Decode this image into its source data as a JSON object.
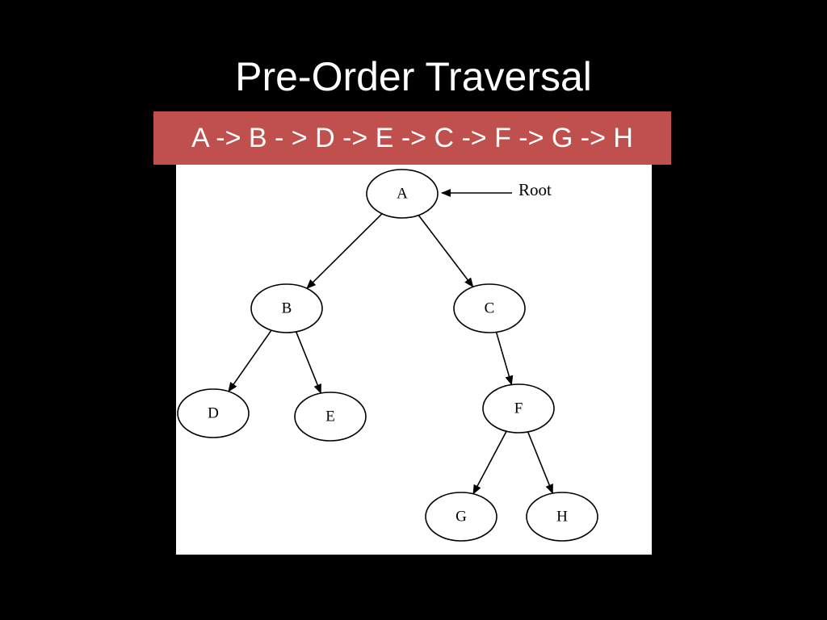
{
  "slide": {
    "title": "Pre-Order Traversal",
    "traversal_sequence": "A -> B - > D -> E -> C -> F -> G -> H"
  },
  "diagram": {
    "root_callout": "Root",
    "nodes": [
      {
        "id": "A",
        "label": "A"
      },
      {
        "id": "B",
        "label": "B"
      },
      {
        "id": "C",
        "label": "C"
      },
      {
        "id": "D",
        "label": "D"
      },
      {
        "id": "E",
        "label": "E"
      },
      {
        "id": "F",
        "label": "F"
      },
      {
        "id": "G",
        "label": "G"
      },
      {
        "id": "H",
        "label": "H"
      }
    ],
    "edges": [
      {
        "from": "A",
        "to": "B"
      },
      {
        "from": "A",
        "to": "C"
      },
      {
        "from": "B",
        "to": "D"
      },
      {
        "from": "B",
        "to": "E"
      },
      {
        "from": "C",
        "to": "F"
      },
      {
        "from": "F",
        "to": "G"
      },
      {
        "from": "F",
        "to": "H"
      }
    ]
  },
  "colors": {
    "background": "#000000",
    "banner": "#c0504d",
    "panel": "#ffffff",
    "text_light": "#ffffff",
    "ink": "#000000"
  }
}
